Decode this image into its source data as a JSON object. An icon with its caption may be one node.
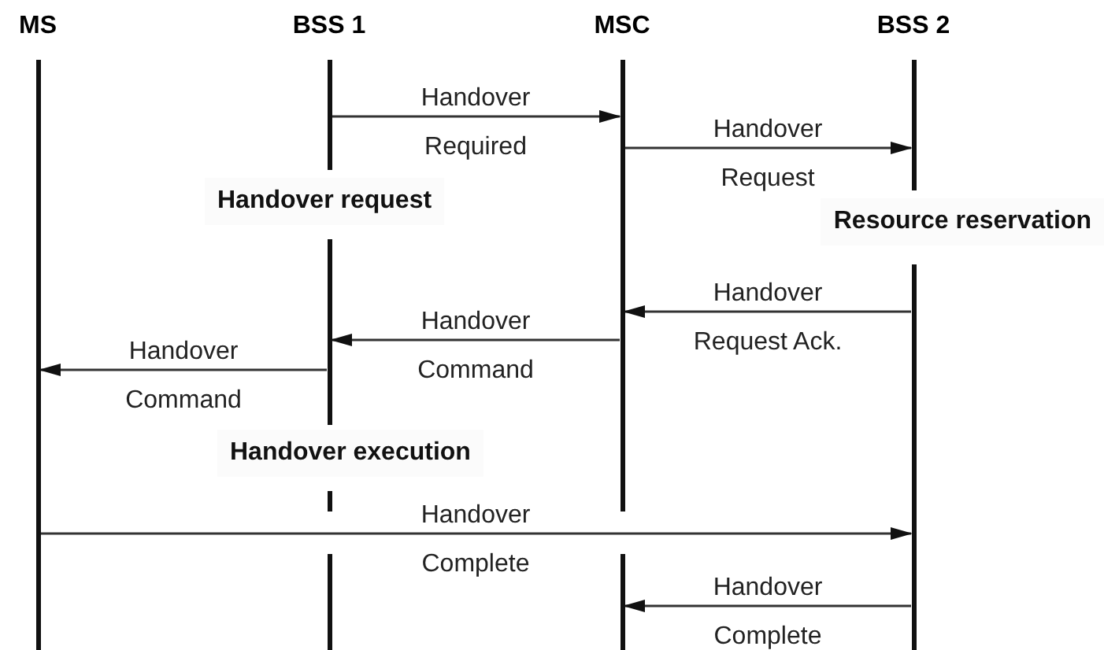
{
  "diagram": {
    "nodes": [
      {
        "text": [
          "MS"
        ]
      },
      {
        "text": [
          "BSS 1"
        ]
      },
      {
        "text": [
          "MSC"
        ]
      },
      {
        "text": [
          "BSS 2"
        ]
      }
    ],
    "edges": [
      {
        "from": 1,
        "to": 2,
        "arrow": "to",
        "label": "Handover Required"
      },
      {
        "from": 2,
        "to": 3,
        "arrow": "to",
        "label": "Handover Request"
      },
      {
        "from": 3,
        "to": 2,
        "arrow": "to",
        "label": "Handover Request Ack."
      },
      {
        "from": 2,
        "to": 1,
        "arrow": "to",
        "label": "Handover Command"
      },
      {
        "from": 1,
        "to": 0,
        "arrow": "to",
        "label": "Handover Command"
      },
      {
        "from": 0,
        "to": 3,
        "arrow": "to",
        "label": "Handover Complete"
      },
      {
        "from": 3,
        "to": 2,
        "arrow": "to",
        "label": "Handover Complete"
      }
    ],
    "labels": [
      "Handover request",
      "Resource reservation",
      "Handover execution"
    ]
  }
}
